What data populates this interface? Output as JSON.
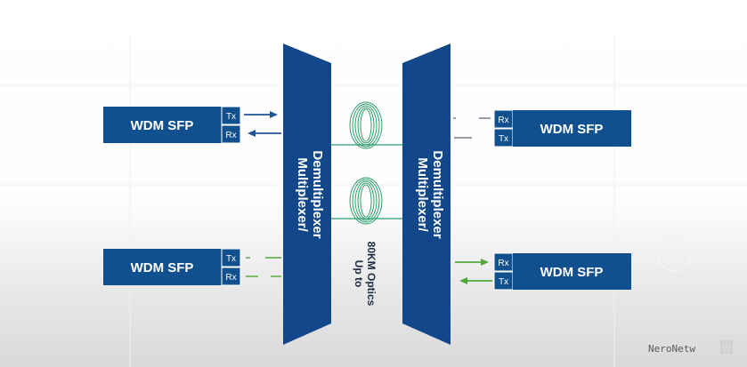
{
  "diagram": {
    "sfp_label": "WDM SFP",
    "ports": {
      "tx": "Tx",
      "rx": "Rx"
    },
    "mux_label_line1": "Multiplexer/",
    "mux_label_line2": "Demultiplexer",
    "optics_line1": "Up to",
    "optics_line2": "80KM Optics"
  },
  "watermark": {
    "text": "NeroNetw"
  },
  "colors": {
    "sfp_blue": "#11508f",
    "mux_blue": "#12478a",
    "arrow_blue": "#1d5694",
    "fiber_green": "#2e9f6e",
    "arrow_green": "#52a83a"
  }
}
